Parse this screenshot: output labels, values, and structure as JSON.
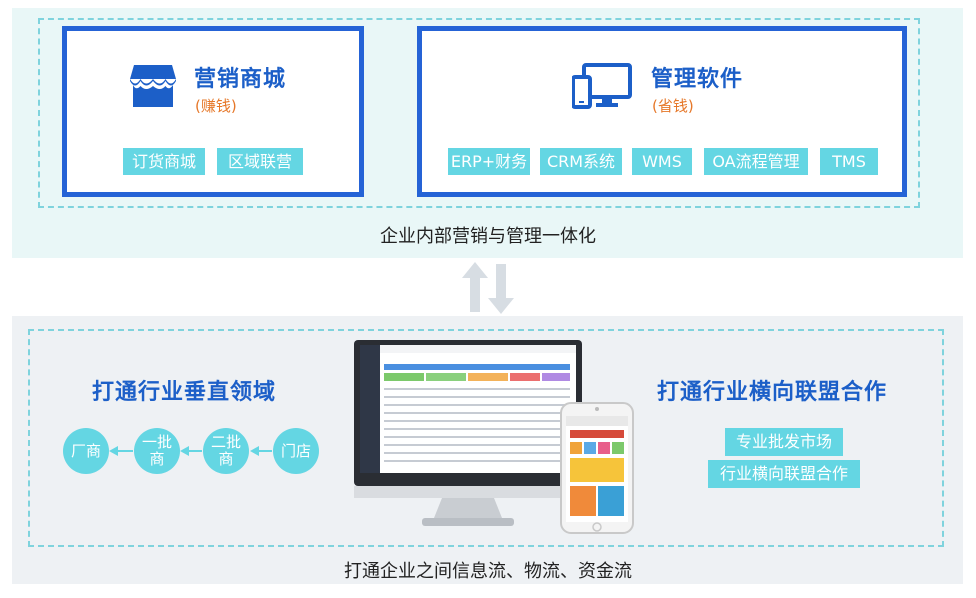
{
  "top": {
    "mall": {
      "title": "营销商城",
      "subtitle": "(赚钱)",
      "tags": [
        "订货商城",
        "区域联营"
      ]
    },
    "mgmt": {
      "title": "管理软件",
      "subtitle": "(省钱)",
      "tags": [
        "ERP+财务",
        "CRM系统",
        "WMS",
        "OA流程管理",
        "TMS"
      ]
    },
    "caption": "企业内部营销与管理一体化"
  },
  "bottom": {
    "left_title": "打通行业垂直领域",
    "chain": [
      "厂商",
      "一批商",
      "二批商",
      "门店"
    ],
    "right_title": "打通行业横向联盟合作",
    "right_tags": [
      "专业批发市场",
      "行业横向联盟合作"
    ],
    "caption": "打通企业之间信息流、物流、资金流"
  },
  "colors": {
    "primary_blue": "#2563d6",
    "accent_cyan": "#64d6e3",
    "accent_orange": "#e6782a"
  },
  "icons": [
    "store-icon",
    "devices-icon",
    "updown-arrows-icon",
    "monitor-image",
    "phone-image"
  ]
}
